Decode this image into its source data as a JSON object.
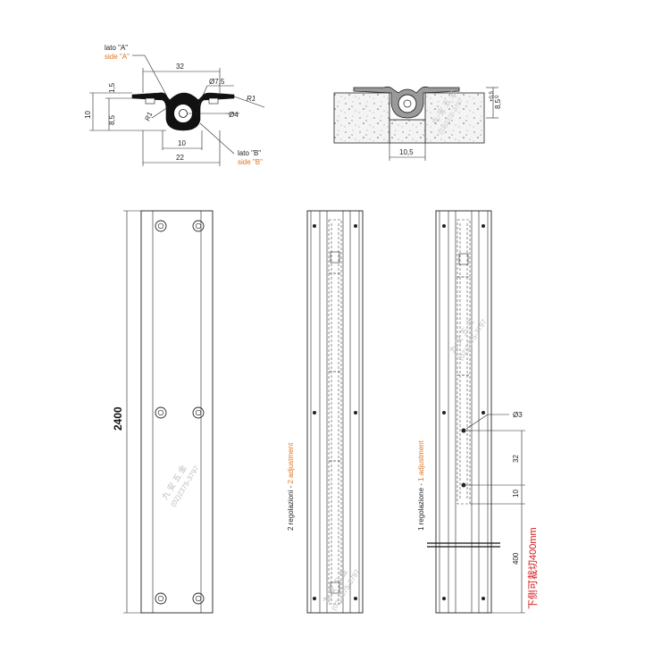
{
  "labels": {
    "lato_a": "lato \"A\"",
    "side_a": "side \"A\"",
    "lato_b": "lato \"B\"",
    "side_b": "side \"B\""
  },
  "dims_section_a": {
    "width_top": "32",
    "thk_1_5": "1,5",
    "height_10": "10",
    "height_8_5": "8,5",
    "dia_7_5": "Ø7,5",
    "dia_4": "Ø4",
    "r1_right": "R1",
    "r1_left": "R1",
    "width_10": "10",
    "width_22": "22"
  },
  "dims_section_b": {
    "width_10_5": "10,5",
    "tol_plus": "+0,5",
    "tol_zero": "0",
    "depth_8_5": "8,5"
  },
  "strips": {
    "length": "2400",
    "reg_two_black": "2 regolazioni - ",
    "reg_two_orange": "2 adjustment",
    "reg_one_black": "1 regolazione - ",
    "reg_one_orange": "1 adjustment",
    "dia_3": "Ø3",
    "dim_32": "32",
    "dim_10": "10",
    "dim_400": "400",
    "cut_note": "下侧可裁切400mm"
  },
  "watermark": {
    "cn": "九 安 五 金",
    "phone": "(02)2375-3797"
  },
  "colors": {
    "accent_orange": "#e0731e",
    "note_red": "#d41414"
  }
}
